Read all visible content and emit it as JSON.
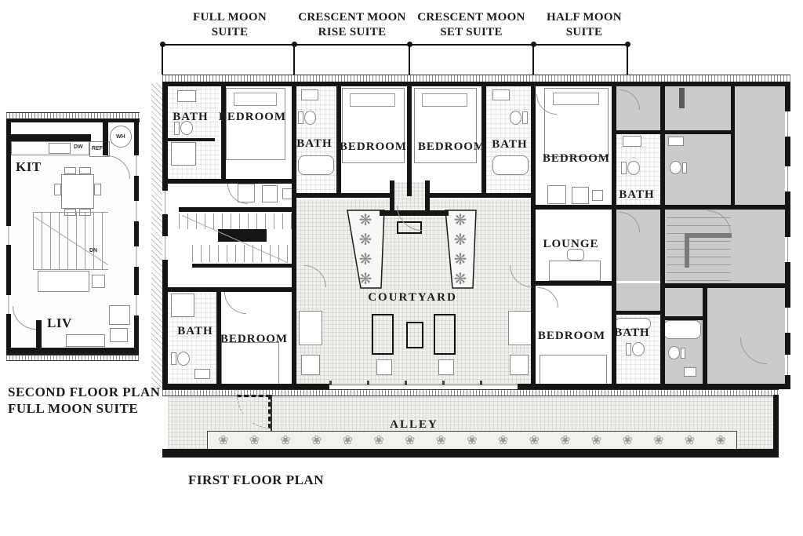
{
  "brackets": {
    "items": [
      {
        "line1": "FULL MOON",
        "line2": "SUITE"
      },
      {
        "line1": "CRESCENT MOON",
        "line2": "RISE SUITE"
      },
      {
        "line1": "CRESCENT MOON",
        "line2": "SET SUITE"
      },
      {
        "line1": "HALF MOON",
        "line2": "SUITE"
      }
    ]
  },
  "first_floor": {
    "caption": "FIRST FLOOR PLAN",
    "labels": {
      "bath_full_top": "BATH",
      "bedroom_full_top": "BEDROOM",
      "bath_rise": "BATH",
      "bedroom_rise": "BEDROOM",
      "bedroom_set": "BEDROOM",
      "bath_set": "BATH",
      "bedroom_half_top": "BEDROOM",
      "bath_half_top": "BATH",
      "bath_full_bottom": "BATH",
      "bedroom_full_bottom": "BEDROOM",
      "bedroom_half_bottom": "BEDROOM",
      "bath_half_bottom": "BATH",
      "lounge": "LOUNGE",
      "courtyard": "COURTYARD",
      "alley": "ALLEY"
    }
  },
  "second_floor": {
    "caption_line1": "SECOND FLOOR PLAN",
    "caption_line2": "FULL MOON SUITE",
    "labels": {
      "kitchen": "KIT",
      "living": "LIV",
      "down": "DN",
      "dishwasher": "DW",
      "refrigerator": "REF",
      "water_heater": "WH"
    }
  },
  "icons": {
    "plant": "❋",
    "shrub": "❀"
  },
  "colors": {
    "wall": "#151515",
    "shaded_room": "#cbcbcb",
    "paving": "#f0f0ec"
  }
}
